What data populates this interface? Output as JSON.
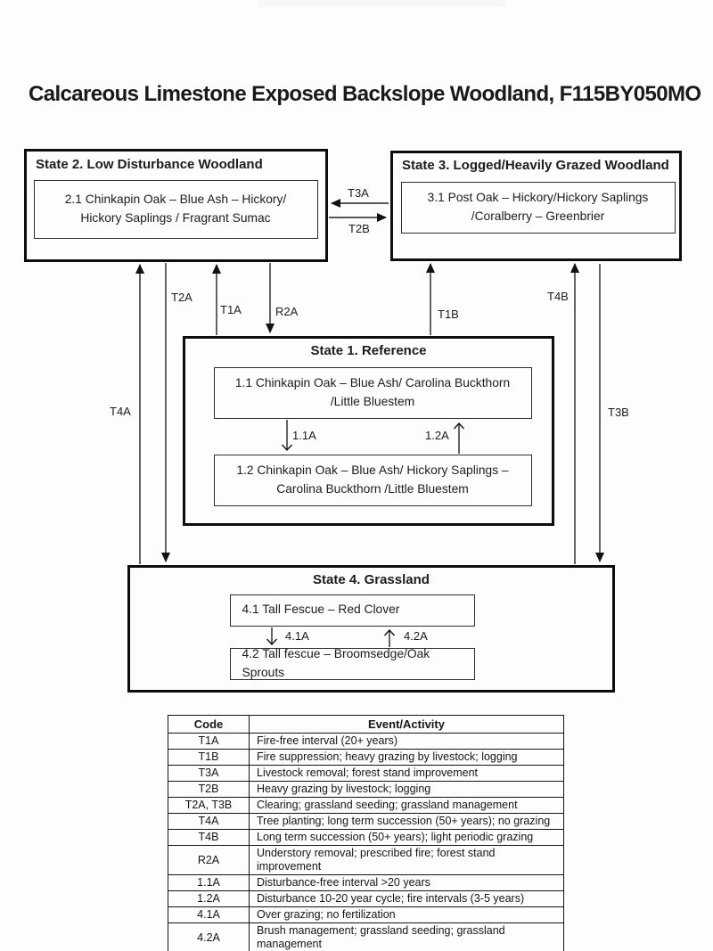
{
  "page": {
    "title": "Calcareous Limestone Exposed Backslope Woodland, F115BY050MO"
  },
  "colors": {
    "ink": "#1c1c1c",
    "background": "#fdfdfd",
    "border": "#0d0d0d"
  },
  "states": {
    "state2": {
      "title": "State 2. Low Disturbance Woodland",
      "communities": [
        "2.1 Chinkapin Oak – Blue Ash – Hickory/ Hickory Saplings / Fragrant Sumac"
      ]
    },
    "state3": {
      "title": "State 3. Logged/Heavily Grazed Woodland",
      "communities": [
        "3.1 Post Oak – Hickory/Hickory Saplings /Coralberry – Greenbrier"
      ]
    },
    "state1": {
      "title": "State 1. Reference",
      "communities": [
        "1.1 Chinkapin Oak – Blue Ash/ Carolina Buckthorn /Little Bluestem",
        "1.2 Chinkapin Oak – Blue Ash/ Hickory Saplings – Carolina Buckthorn /Little Bluestem"
      ],
      "pathways": {
        "down": "1.1A",
        "up": "1.2A"
      }
    },
    "state4": {
      "title": "State 4. Grassland",
      "communities": [
        "4.1 Tall Fescue – Red Clover",
        "4.2 Tall fescue – Broomsedge/Oak Sprouts"
      ],
      "pathways": {
        "down": "4.1A",
        "up": "4.2A"
      }
    }
  },
  "transitions": {
    "T3A": {
      "label": "T3A",
      "from": "state3",
      "to": "state2"
    },
    "T2B": {
      "label": "T2B",
      "from": "state2",
      "to": "state3"
    },
    "T4A": {
      "label": "T4A",
      "from": "state4",
      "to": "state2"
    },
    "T2A": {
      "label": "T2A",
      "from": "state2",
      "to": "state4"
    },
    "T1A": {
      "label": "T1A",
      "from": "state1",
      "to": "state2"
    },
    "R2A": {
      "label": "R2A",
      "from": "state2",
      "to": "state1"
    },
    "T1B": {
      "label": "T1B",
      "from": "state1",
      "to": "state3"
    },
    "T4B": {
      "label": "T4B",
      "from": "state4",
      "to": "state3"
    },
    "T3B": {
      "label": "T3B",
      "from": "state3",
      "to": "state4"
    }
  },
  "table": {
    "headers": [
      "Code",
      "Event/Activity"
    ],
    "rows": [
      [
        "T1A",
        "Fire-free interval (20+ years)"
      ],
      [
        "T1B",
        "Fire suppression; heavy grazing by livestock; logging"
      ],
      [
        "T3A",
        "Livestock removal; forest stand improvement"
      ],
      [
        "T2B",
        "Heavy grazing by livestock; logging"
      ],
      [
        "T2A, T3B",
        "Clearing; grassland seeding; grassland management"
      ],
      [
        "T4A",
        "Tree planting; long term succession (50+ years); no grazing"
      ],
      [
        "T4B",
        "Long term succession (50+ years); light periodic grazing"
      ],
      [
        "R2A",
        "Understory removal; prescribed fire; forest stand improvement"
      ],
      [
        "1.1A",
        "Disturbance-free interval >20 years"
      ],
      [
        "1.2A",
        "Disturbance 10-20 year cycle; fire intervals (3-5 years)"
      ],
      [
        "4.1A",
        "Over grazing; no fertilization"
      ],
      [
        "4.2A",
        "Brush management; grassland seeding; grassland management"
      ]
    ]
  }
}
